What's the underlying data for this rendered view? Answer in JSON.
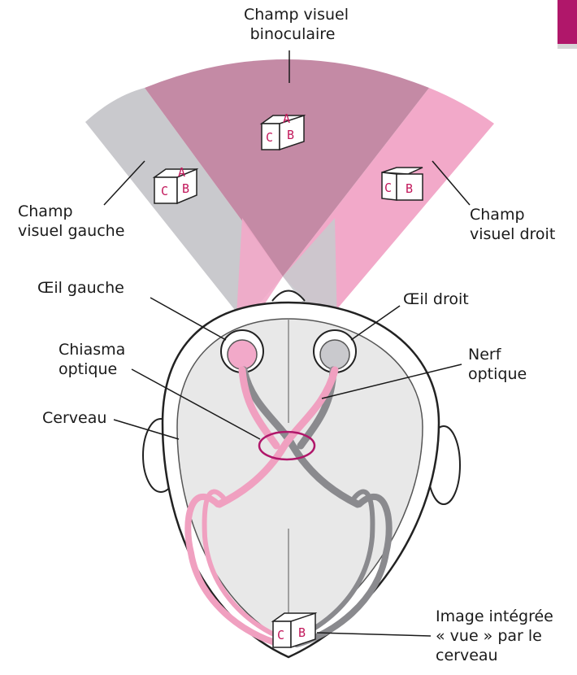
{
  "labels": {
    "binocular_field": [
      "Champ visuel",
      "binoculaire"
    ],
    "left_field": [
      "Champ",
      "visuel gauche"
    ],
    "right_field": [
      "Champ",
      "visuel droit"
    ],
    "left_eye": "Œil gauche",
    "right_eye": "Œil droit",
    "chiasma": [
      "Chiasma",
      "optique"
    ],
    "optic_nerve": [
      "Nerf",
      "optique"
    ],
    "brain": "Cerveau",
    "integrated_image": [
      "Image intégrée",
      "« vue » par le",
      "cerveau"
    ]
  },
  "cube_letters": {
    "front": "C",
    "side": "B",
    "top": "A"
  },
  "colors": {
    "binocular": "#c48aa5",
    "left_field": "#c9c9cd",
    "right_field": "#f2a9c9",
    "accent": "#b0176a",
    "pink_pathway": "#f0a0c0",
    "gray_pathway": "#8a8a8e",
    "brain_fill": "#e8e8e8"
  }
}
